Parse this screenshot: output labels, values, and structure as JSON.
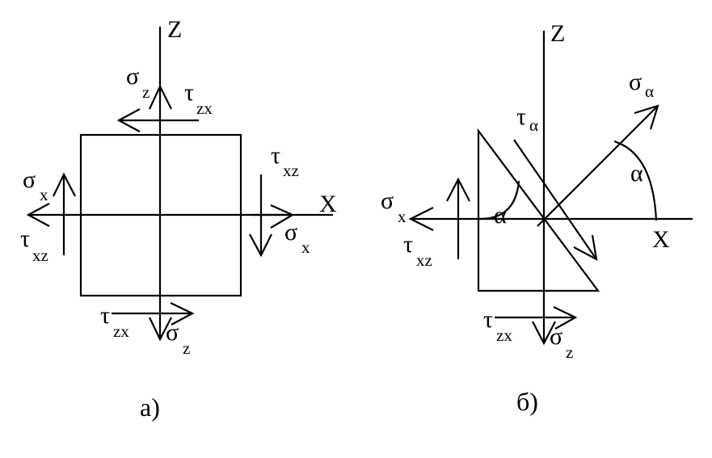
{
  "diagram_a": {
    "caption": "а)",
    "axis_z": "Z",
    "axis_x": "X",
    "sigma_z_top": {
      "symbol": "σ",
      "sub": "z"
    },
    "tau_zx_top": {
      "symbol": "τ",
      "sub": "zx"
    },
    "sigma_x_left": {
      "symbol": "σ",
      "sub": "x"
    },
    "tau_xz_left": {
      "symbol": "τ",
      "sub": "xz"
    },
    "tau_xz_right": {
      "symbol": "τ",
      "sub": "xz"
    },
    "sigma_x_right": {
      "symbol": "σ",
      "sub": "x"
    },
    "tau_zx_bottom": {
      "symbol": "τ",
      "sub": "zx"
    },
    "sigma_z_bottom": {
      "symbol": "σ",
      "sub": "z"
    }
  },
  "diagram_b": {
    "caption": "б)",
    "axis_z": "Z",
    "axis_x": "X",
    "sigma_alpha": {
      "symbol": "σ",
      "sub": "α"
    },
    "tau_alpha": {
      "symbol": "τ",
      "sub": "α"
    },
    "angle_right": "α",
    "angle_left": "α",
    "sigma_x": {
      "symbol": "σ",
      "sub": "x"
    },
    "tau_xz": {
      "symbol": "τ",
      "sub": "xz"
    },
    "tau_zx": {
      "symbol": "τ",
      "sub": "zx"
    },
    "sigma_z": {
      "symbol": "σ",
      "sub": "z"
    }
  }
}
